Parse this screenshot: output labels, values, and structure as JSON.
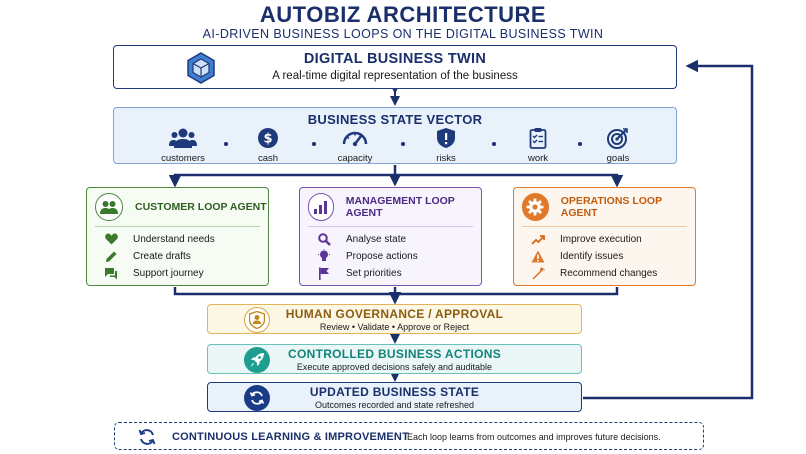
{
  "header": {
    "title": "AUTOBIZ ARCHITECTURE",
    "subtitle": "AI-DRIVEN BUSINESS LOOPS ON THE DIGITAL BUSINESS TWIN"
  },
  "twin": {
    "title": "DIGITAL BUSINESS TWIN",
    "subtitle": "A real-time digital representation of the business",
    "icon": "hexagon-cube-icon"
  },
  "state_vector": {
    "title": "BUSINESS STATE VECTOR",
    "items": [
      {
        "label": "customers",
        "icon": "users-icon"
      },
      {
        "label": "cash",
        "icon": "dollar-coin-icon"
      },
      {
        "label": "capacity",
        "icon": "gauge-icon"
      },
      {
        "label": "risks",
        "icon": "shield-alert-icon"
      },
      {
        "label": "work",
        "icon": "clipboard-checklist-icon"
      },
      {
        "label": "goals",
        "icon": "target-icon"
      }
    ]
  },
  "agents": {
    "customer": {
      "name": "CUSTOMER LOOP AGENT",
      "icon": "users-icon",
      "items": [
        {
          "label": "Understand needs",
          "icon": "heart-icon"
        },
        {
          "label": "Create drafts",
          "icon": "pencil-icon"
        },
        {
          "label": "Support journey",
          "icon": "chat-icon"
        }
      ]
    },
    "management": {
      "name": "MANAGEMENT LOOP AGENT",
      "icon": "bar-chart-icon",
      "items": [
        {
          "label": "Analyse state",
          "icon": "magnifier-icon"
        },
        {
          "label": "Propose actions",
          "icon": "lightbulb-icon"
        },
        {
          "label": "Set priorities",
          "icon": "flag-icon"
        }
      ]
    },
    "operations": {
      "name": "OPERATIONS LOOP AGENT",
      "icon": "gear-icon",
      "items": [
        {
          "label": "Improve execution",
          "icon": "trend-up-icon"
        },
        {
          "label": "Identify issues",
          "icon": "warning-icon"
        },
        {
          "label": "Recommend changes",
          "icon": "wrench-icon"
        }
      ]
    }
  },
  "governance": {
    "title": "HUMAN GOVERNANCE / APPROVAL",
    "subtitle": "Review  •  Validate  •  Approve or Reject",
    "icon": "person-badge-icon"
  },
  "actions": {
    "title": "CONTROLLED BUSINESS ACTIONS",
    "subtitle": "Execute approved decisions safely and auditable",
    "icon": "rocket-icon"
  },
  "updated": {
    "title": "UPDATED BUSINESS STATE",
    "subtitle": "Outcomes recorded and state refreshed",
    "icon": "refresh-icon"
  },
  "learning": {
    "title": "CONTINUOUS LEARNING & IMPROVEMENT",
    "subtitle": "Each loop learns from outcomes and improves future decisions.",
    "icon": "cycle-arrows-icon"
  },
  "colors": {
    "navy": "#1a2f6b",
    "customer": "#4e8a3e",
    "management": "#7a54b0",
    "operations": "#e07a2a",
    "governance": "#a87516",
    "actions": "#1f9d8f"
  }
}
